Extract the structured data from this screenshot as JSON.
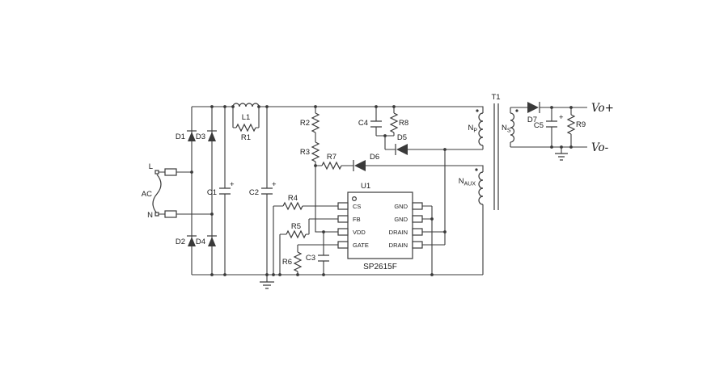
{
  "schematic": {
    "kind": "circuit-schematic",
    "subject": "Offline flyback AC-DC converter built around the SP2615F controller"
  },
  "labels": {
    "input": {
      "line": "L",
      "source": "AC",
      "neutral": "N"
    },
    "d1": "D1",
    "d2": "D2",
    "d3": "D3",
    "d4": "D4",
    "c1": "C1",
    "c2": "C2",
    "l1": "L1",
    "r1": "R1",
    "r2": "R2",
    "r3": "R3",
    "r4": "R4",
    "r5": "R5",
    "r6": "R6",
    "r7": "R7",
    "r8": "R8",
    "r9": "R9",
    "c3": "C3",
    "c4": "C4",
    "c5": "C5",
    "d5": "D5",
    "d6": "D6",
    "d7": "D7",
    "plus": "+",
    "u1": {
      "ref": "U1",
      "part": "SP2615F",
      "pins_left": [
        "CS",
        "FB",
        "VDD",
        "GATE"
      ],
      "pins_right": [
        "GND",
        "GND",
        "DRAIN",
        "DRAIN"
      ]
    },
    "t1": {
      "ref": "T1",
      "winding_base": "N",
      "primary_sub": "P",
      "secondary_sub": "S",
      "aux_sub": "AUX"
    },
    "vo_plus": "Vo+",
    "vo_minus": "Vo-"
  },
  "colors": {
    "wire": "#3a3a3a",
    "text": "#1a1a1a",
    "background": "#ffffff"
  }
}
